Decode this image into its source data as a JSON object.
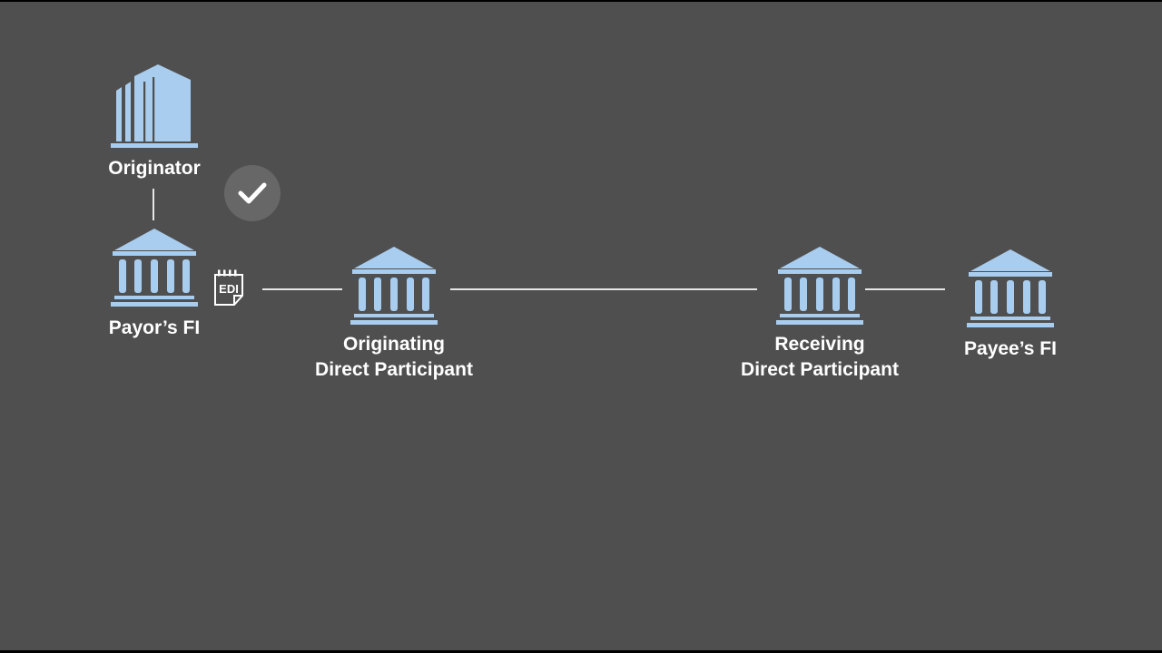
{
  "nodes": {
    "originator": {
      "label": "Originator"
    },
    "payors_fi": {
      "label": "Payor’s FI"
    },
    "originating_dp": {
      "line1": "Originating",
      "line2": "Direct Participant"
    },
    "receiving_dp": {
      "line1": "Receiving",
      "line2": "Direct Participant"
    },
    "payees_fi": {
      "label": "Payee’s FI"
    }
  },
  "edi_badge": {
    "text": "EDI"
  },
  "status": {
    "icon": "checkmark-icon",
    "state": "approved"
  },
  "colors": {
    "background": "#4f4f4f",
    "icon_fill": "#a9cdee",
    "text": "#ffffff",
    "connector": "#e6e6e6"
  }
}
